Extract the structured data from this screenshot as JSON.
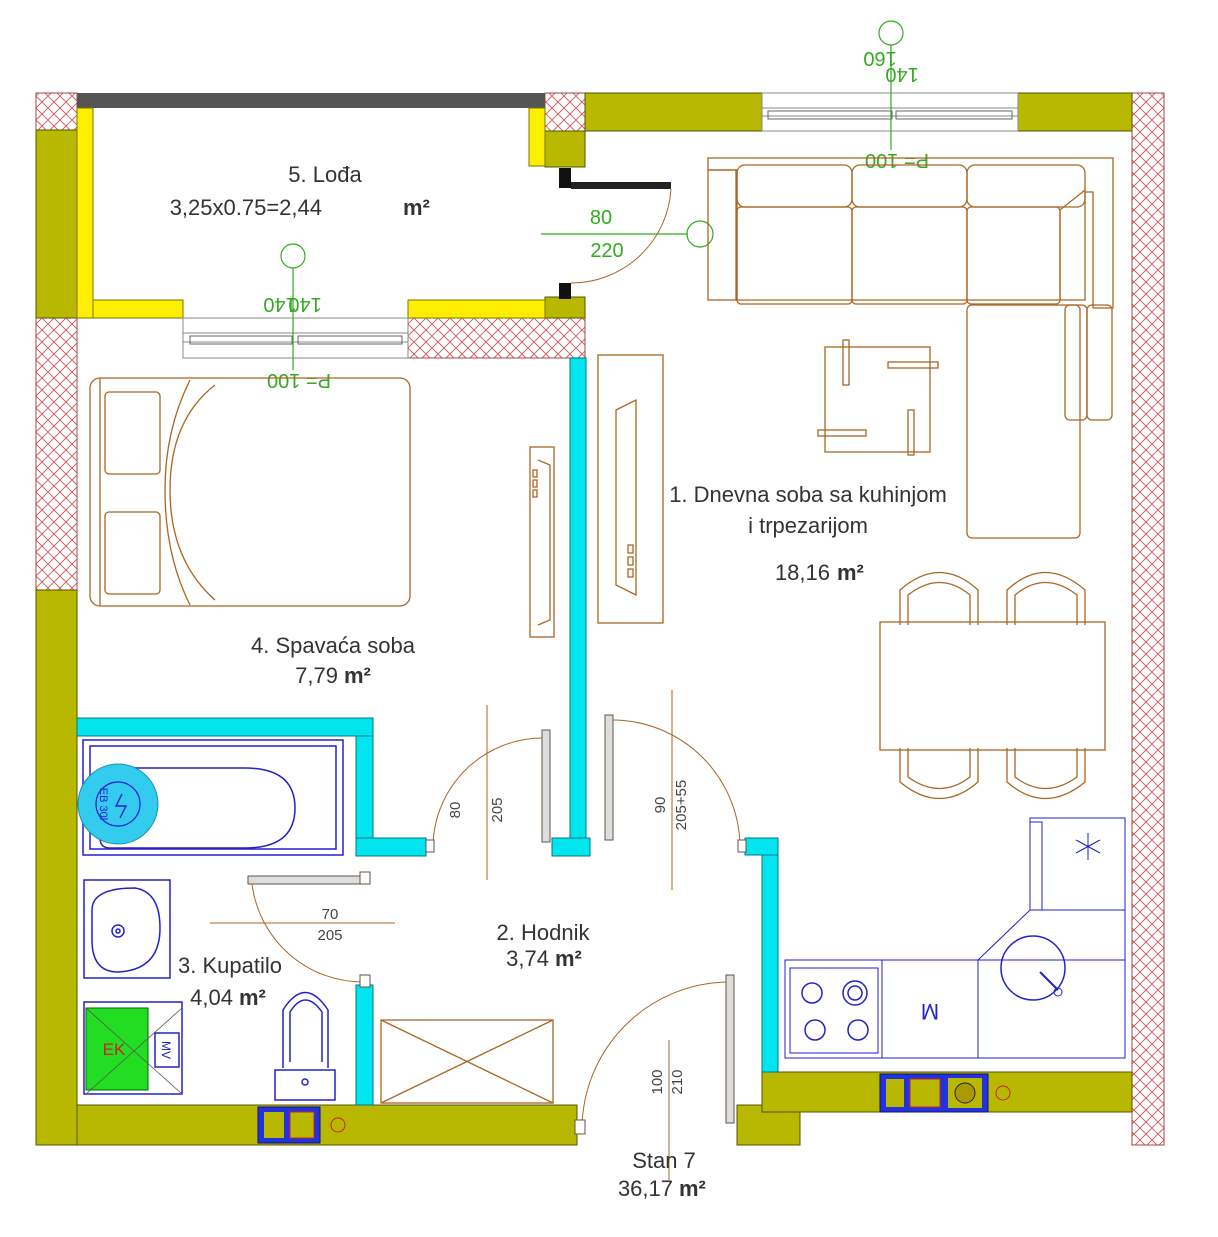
{
  "plan": {
    "rooms": {
      "living": {
        "name_1": "1. Dnevna soba sa kuhinjom",
        "name_2": "i trpezarijom",
        "area": "18,16",
        "unit": "m²"
      },
      "hall": {
        "name": "2. Hodnik",
        "area": "3,74",
        "unit": "m²"
      },
      "bath": {
        "name": "3. Kupatilo",
        "area": "4,04",
        "unit": "m²"
      },
      "bedroom": {
        "name": "4. Spavaća soba",
        "area": "7,79",
        "unit": "m²"
      },
      "loggia": {
        "name": "5. Lođa",
        "area": "3,25x0.75=2,44",
        "unit": "m²"
      }
    },
    "apartment": {
      "name": "Stan 7",
      "area": "36,17",
      "unit": "m²"
    },
    "windows": {
      "top": {
        "w": "140",
        "h": "160",
        "p": "P= 100"
      },
      "loggia": {
        "w1": "140",
        "w2": "140",
        "p": "P= 100"
      }
    },
    "doors": {
      "balcony": {
        "w": "80",
        "h": "220"
      },
      "bedroom": {
        "w": "80",
        "h": "205"
      },
      "living": {
        "w": "90",
        "h": "205+55"
      },
      "bath": {
        "w": "70",
        "h": "205"
      },
      "entry": {
        "w": "100",
        "h": "210"
      }
    },
    "fixtures": {
      "boiler": "EB 30l",
      "heater": "EK",
      "heater_side": "MV",
      "microwave": "M"
    },
    "colors": {
      "wall_main": "#b8b800",
      "wall_loggia": "#ffee00",
      "partition": "#00e5ee",
      "furniture": "#aa6622",
      "fixtures": "#2222cc",
      "dimensions": "#33aa22"
    }
  }
}
